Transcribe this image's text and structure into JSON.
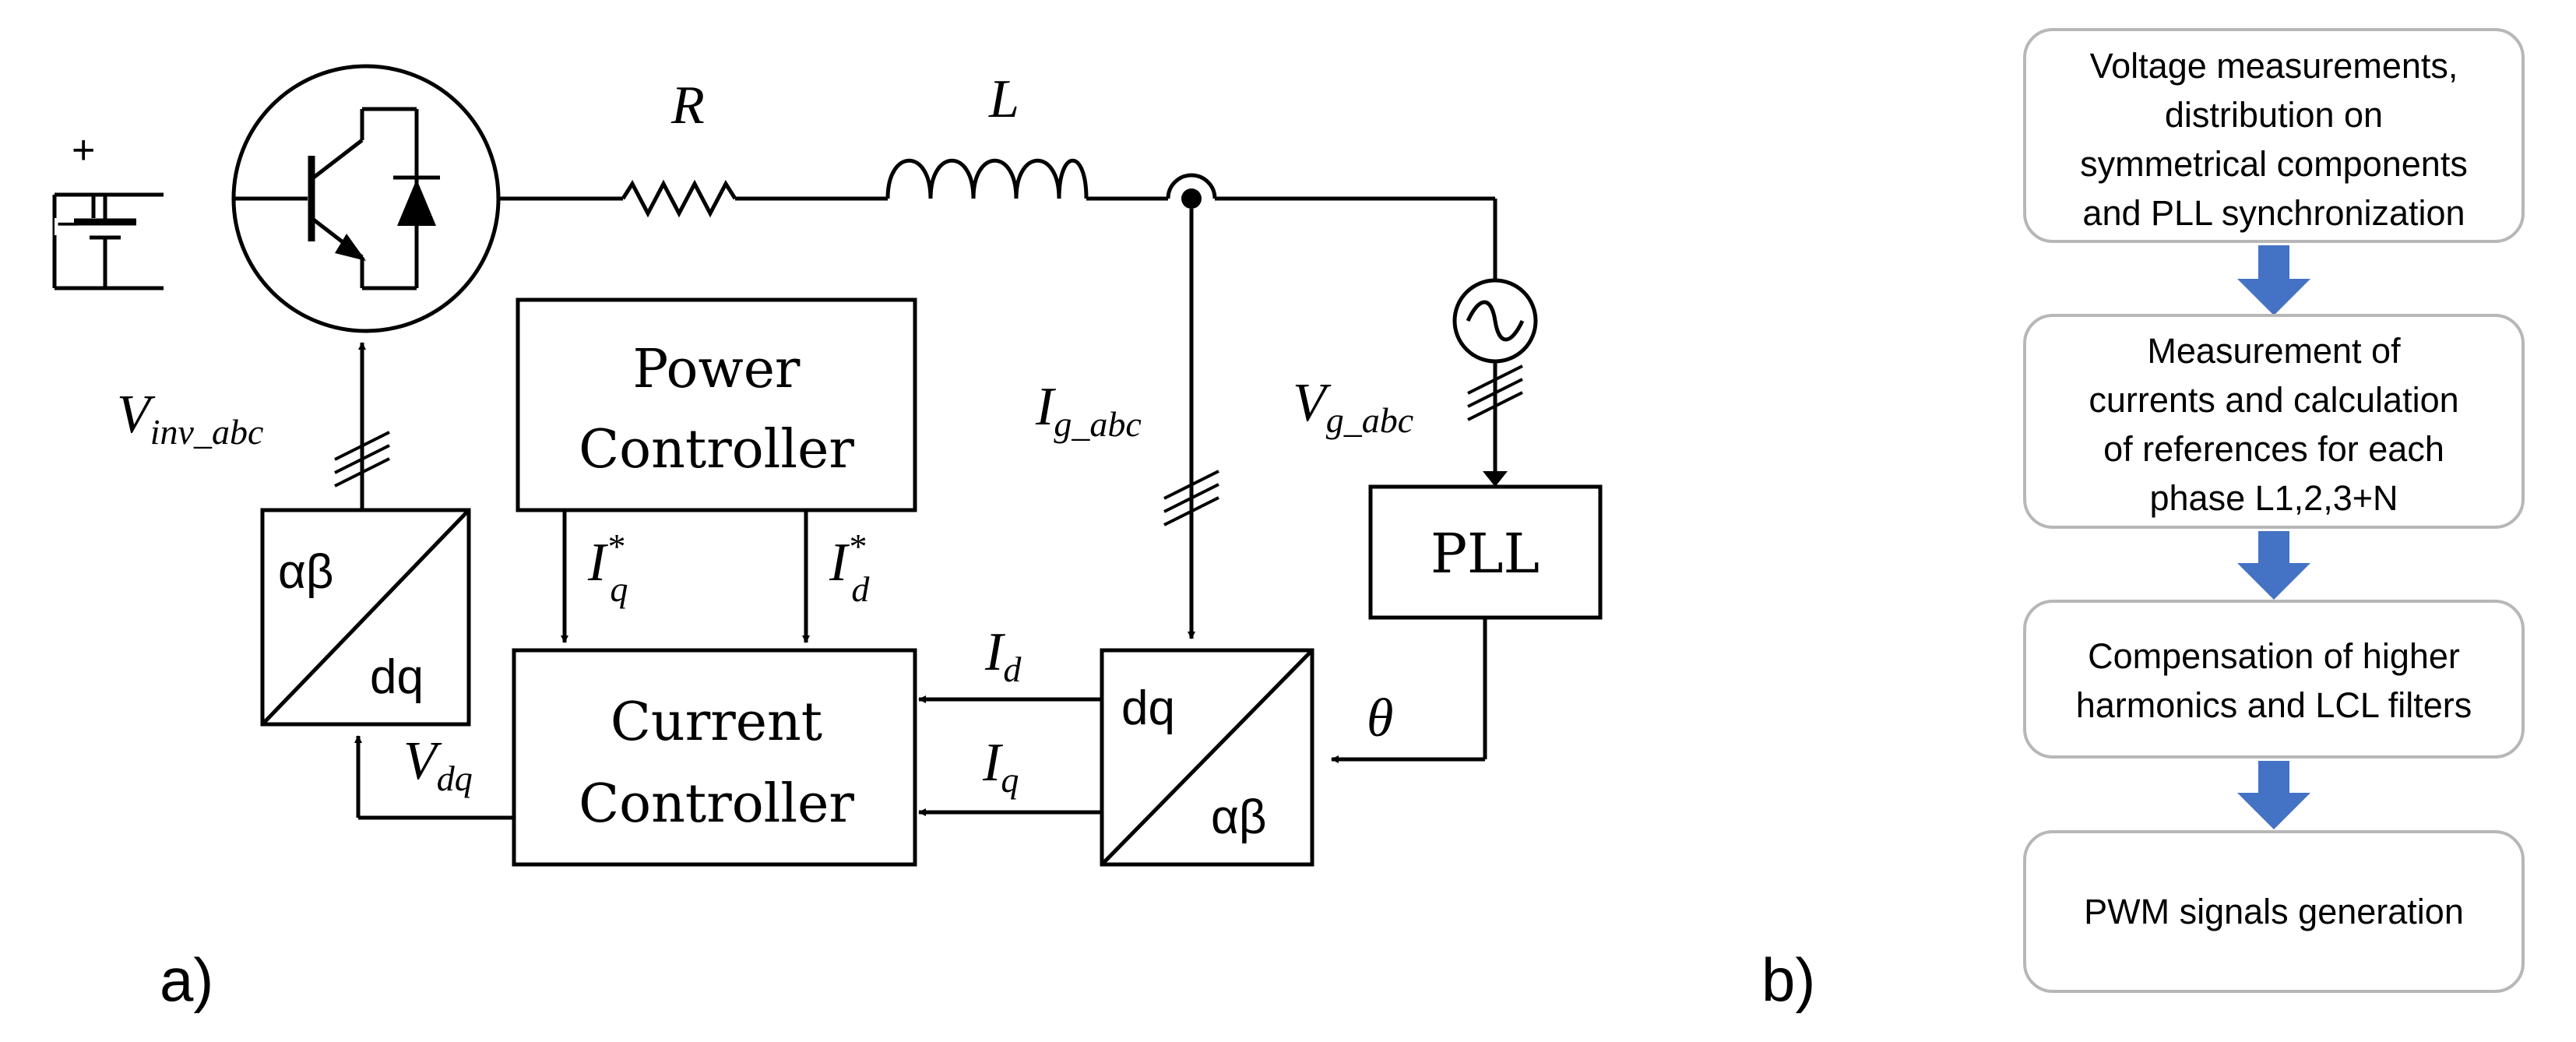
{
  "panel_a": {
    "label": "a)",
    "battery_plus": "+",
    "battery_minus": "−",
    "resistor": "R",
    "inductor": "L",
    "power_controller": [
      "Power",
      "Controller"
    ],
    "current_controller": [
      "Current",
      "Controller"
    ],
    "pll": "PLL",
    "abdq_left": {
      "top": "αβ",
      "bottom": "dq"
    },
    "dqab_right": {
      "top": "dq",
      "bottom": "αβ"
    },
    "labels": {
      "v_inv_main": "V",
      "v_inv_sub": "inv_abc",
      "i_g_main": "I",
      "i_g_sub": "g_abc",
      "v_g_main": "V",
      "v_g_sub": "g_abc",
      "i_q_ref_main": "I",
      "i_q_ref_sup": "*",
      "i_q_ref_sub": "q",
      "i_d_ref_main": "I",
      "i_d_ref_sup": "*",
      "i_d_ref_sub": "d",
      "i_d_main": "I",
      "i_d_sub": "d",
      "i_q_main": "I",
      "i_q_sub": "q",
      "v_dq_main": "V",
      "v_dq_sub": "dq",
      "theta": "θ"
    }
  },
  "panel_b": {
    "label": "b)",
    "steps": [
      [
        "Voltage measurements,",
        "distribution on",
        "symmetrical components",
        "and PLL synchronization"
      ],
      [
        "Measurement of",
        "currents and calculation",
        "of references for each",
        "phase L1,2,3+N"
      ],
      [
        "Compensation of higher",
        "harmonics and LCL filters"
      ],
      [
        "PWM signals generation"
      ]
    ],
    "colors": {
      "arrow": "#4472c4",
      "box_border": "#b7b7b7"
    }
  }
}
